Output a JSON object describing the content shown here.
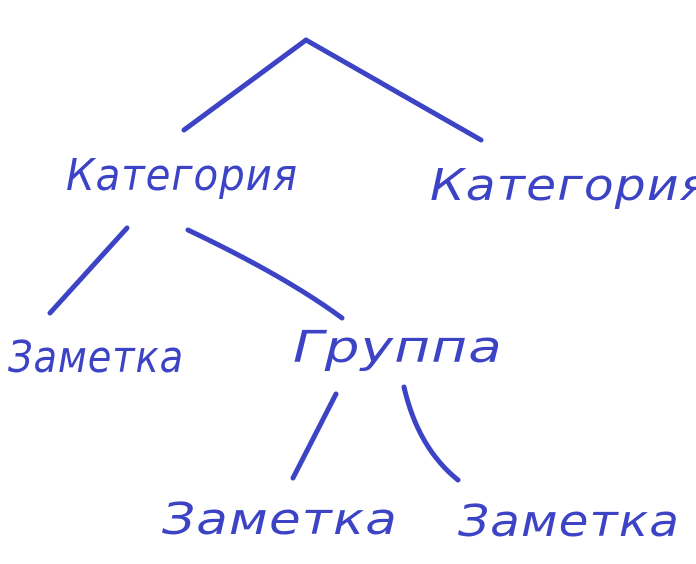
{
  "ink_color": "#3c43c5",
  "background": "#ffffff",
  "nodes": {
    "category_left": "Категория",
    "category_right": "Категория",
    "note_left": "Заметка",
    "group": "Группа",
    "note_bottom_left": "Заметка",
    "note_bottom_right": "Заметка"
  },
  "edges": [
    {
      "from": "root",
      "to": "category_left"
    },
    {
      "from": "root",
      "to": "category_right"
    },
    {
      "from": "category_left",
      "to": "note_left"
    },
    {
      "from": "category_left",
      "to": "group"
    },
    {
      "from": "group",
      "to": "note_bottom_left"
    },
    {
      "from": "group",
      "to": "note_bottom_right"
    }
  ]
}
